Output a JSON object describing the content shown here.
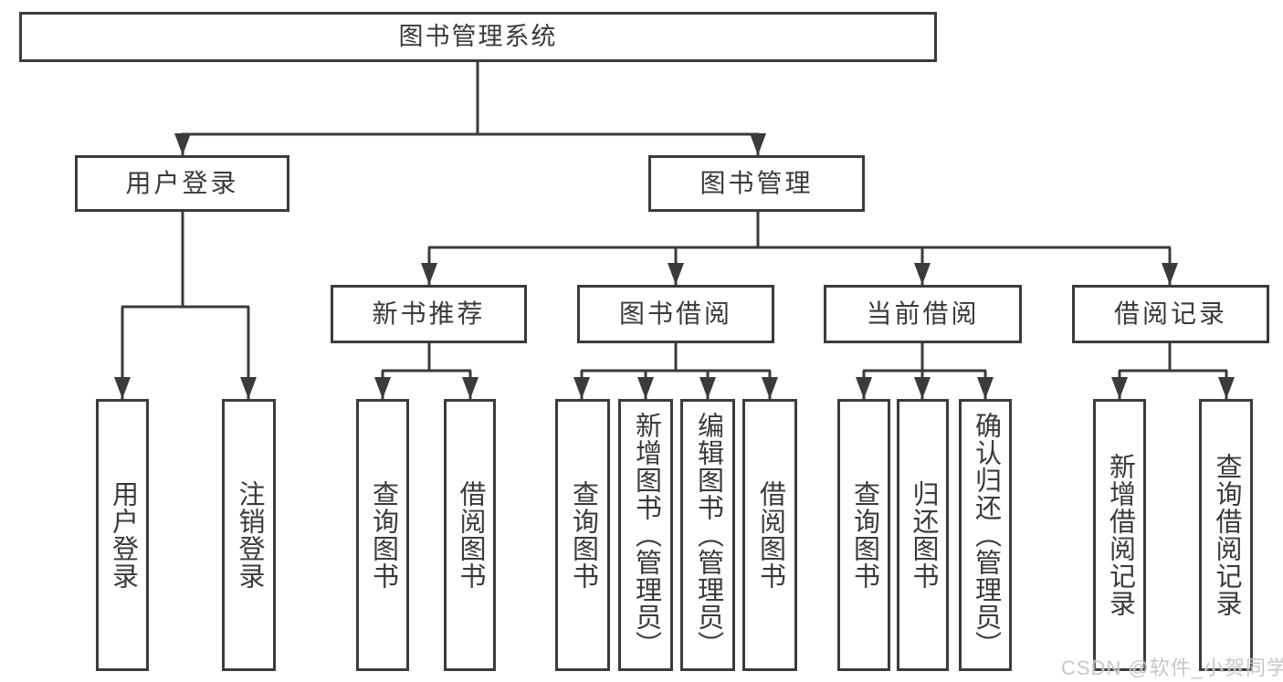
{
  "colors": {
    "line": "#3b3b3b",
    "text": "#3a3a3a",
    "watermark": "#c3c3c3",
    "background": "#ffffff"
  },
  "watermark": {
    "text": "CSDN @软件_小贺同学"
  },
  "tree": {
    "root": {
      "label": "图书管理系统"
    },
    "user_login": {
      "label": "用户登录",
      "children": [
        {
          "label": "用户登录"
        },
        {
          "label": "注销登录"
        }
      ]
    },
    "book_mgmt": {
      "label": "图书管理",
      "children": [
        {
          "label": "新书推荐",
          "children": [
            {
              "label": "查询图书"
            },
            {
              "label": "借阅图书"
            }
          ]
        },
        {
          "label": "图书借阅",
          "children": [
            {
              "label": "查询图书"
            },
            {
              "label": "新增图书（管理员）"
            },
            {
              "label": "编辑图书（管理员）"
            },
            {
              "label": "借阅图书"
            }
          ]
        },
        {
          "label": "当前借阅",
          "children": [
            {
              "label": "查询图书"
            },
            {
              "label": "归还图书"
            },
            {
              "label": "确认归还（管理员）"
            }
          ]
        },
        {
          "label": "借阅记录",
          "children": [
            {
              "label": "新增借阅记录"
            },
            {
              "label": "查询借阅记录"
            }
          ]
        }
      ]
    }
  }
}
